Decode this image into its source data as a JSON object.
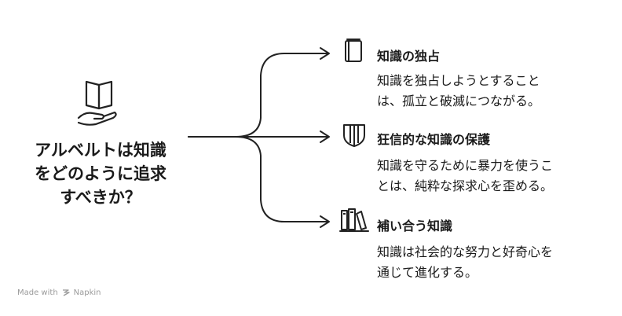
{
  "center": {
    "question": "アルベルトは知識\nをどのように追求\nすべきか？",
    "icon": "open-book-hand-icon"
  },
  "branches": [
    {
      "title": "知識の独占",
      "description": "知識を独占しようとすること\nは、孤立と破滅につながる。",
      "icon": "closed-book-icon"
    },
    {
      "title": "狂信的な知識の保護",
      "description": "知識を守るために暴力を使うこ\nとは、純粋な探求心を歪める。",
      "icon": "shield-icon"
    },
    {
      "title": "補い合う知識",
      "description": "知識は社会的な努力と好奇心を\n通じて進化する。",
      "icon": "bookshelf-icon"
    }
  ],
  "footer": {
    "made_with": "Made with",
    "brand": "Napkin"
  }
}
